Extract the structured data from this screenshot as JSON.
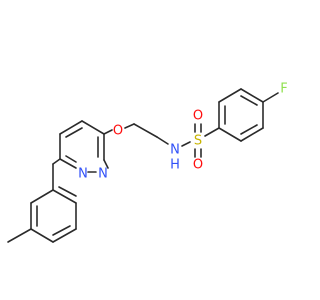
{
  "molecule": {
    "atoms": {
      "F": {
        "label": "F",
        "color": "#90e050"
      },
      "S": {
        "label": "S",
        "color": "#c8b400"
      },
      "O_top": {
        "label": "O",
        "color": "#ff0d0d"
      },
      "O_bottom": {
        "label": "O",
        "color": "#ff0d0d"
      },
      "N_amide": {
        "label": "N",
        "color": "#3050f8"
      },
      "H_amide": {
        "label": "H",
        "color": "#3050f8"
      },
      "O_ether": {
        "label": "O",
        "color": "#ff0d0d"
      },
      "N_ring_1": {
        "label": "N",
        "color": "#3050f8"
      },
      "N_ring_2": {
        "label": "N",
        "color": "#3050f8"
      }
    },
    "bond_color": "#2b2b2b"
  }
}
